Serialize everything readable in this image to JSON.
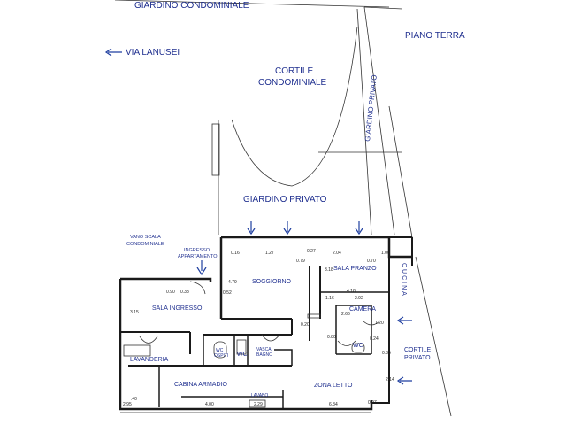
{
  "labels": {
    "giardino_condominiale": "GIARDINO CONDOMINIALE",
    "piano_terra": "PIANO TERRA",
    "via_lanusei": "VIA LANUSEI",
    "cortile_condominiale_1": "CORTILE",
    "cortile_condominiale_2": "CONDOMINIALE",
    "giardino_privato_side": "GIARDINO PRIVATO",
    "giardino_privato_main": "GIARDINO  PRIVATO",
    "vano_scala_1": "VANO SCALA",
    "vano_scala_2": "CONDOMINIALE",
    "ingresso_1": "INGRESSO",
    "ingresso_2": "APPARTAMENTO",
    "soggiorno": "SOGGIORNO",
    "sala_pranzo": "SALA PRANZO",
    "cucina": "CUCINA",
    "sala_ingresso": "SALA INGRESSO",
    "camera": "CAMERA",
    "lavanderia": "LAVANDERIA",
    "wc_ospiti_1": "WC",
    "wc_ospiti_2": "OSPITI",
    "wc_main": "WC",
    "vasca_1": "VASCA",
    "vasca_2": "BAGNO",
    "wc_camera": "WC",
    "cortile_privato_1": "CORTILE",
    "cortile_privato_2": "PRIVATO",
    "cabina_armadio": "CABINA ARMADIO",
    "zona_letto": "ZONA LETTO",
    "lavabo": "LAVABO"
  },
  "dimensions": {
    "d_016": "0.16",
    "d_127": "1.27",
    "d_027": "0.27",
    "d_204": "2.04",
    "d_100": "1.00",
    "d_079": "0.79",
    "d_318": "3.18",
    "d_070": "0.70",
    "d_479": "4.79",
    "d_052": "0.52",
    "d_090": "0.90",
    "d_038": "0.38",
    "d_418": "4.18",
    "d_116": "1.16",
    "d_292": "2.92",
    "d_315": "3.15",
    "d_020": "0.20",
    "d_080": "0.80",
    "d_266": "2.66",
    "d_120": "1.20",
    "d_024": "0.24",
    "d_035": "0.35",
    "d_214": "2.14",
    "d_295": "2.95",
    "d_400": "4.00",
    "d_229": "2.29",
    "d_634": "6.34",
    "d_097": "0.97",
    "d_040": ".40"
  },
  "colors": {
    "label_blue": "#1f2f8f",
    "walls": "#1a1a1a",
    "arrows": "#1f3fa0"
  }
}
